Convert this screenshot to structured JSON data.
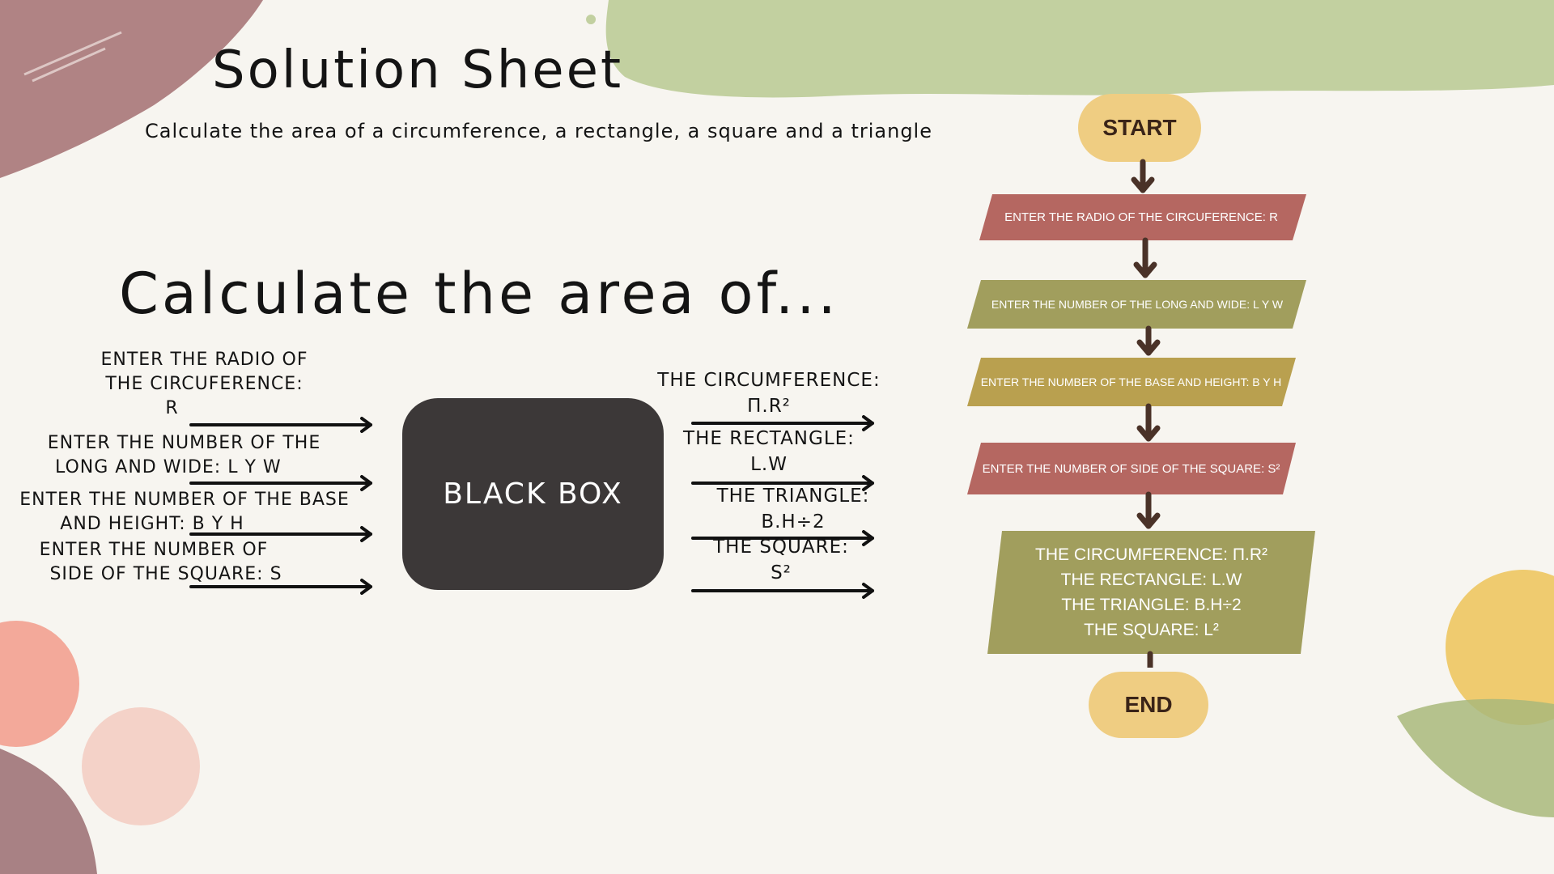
{
  "header": {
    "title": "Solution Sheet",
    "subtitle": "Calculate the area of a circumference, a rectangle, a square and a triangle"
  },
  "section": {
    "heading": "Calculate the area of..."
  },
  "inputs": [
    {
      "line1": "ENTER THE RADIO OF",
      "line2": "THE CIRCUFERENCE:",
      "line3": "R"
    },
    {
      "line1": "ENTER  THE  NUMBER  OF  THE",
      "line2": "LONG AND WIDE: L Y W"
    },
    {
      "line1": "ENTER THE NUMBER OF THE BASE",
      "line2": "AND HEIGHT: B Y H"
    },
    {
      "line1": "ENTER THE  NUMBER OF",
      "line2": "SIDE OF THE SQUARE:  S"
    }
  ],
  "black_box": {
    "label": "BLACK BOX"
  },
  "outputs": [
    {
      "line1": "THE CIRCUMFERENCE:",
      "line2": "Π.R²"
    },
    {
      "line1": "THE RECTANGLE:",
      "line2": "L.W"
    },
    {
      "line1": "THE TRIANGLE:",
      "line2": "B.H÷2"
    },
    {
      "line1": "THE SQUARE:",
      "line2": "S²"
    }
  ],
  "flowchart": {
    "start": "START",
    "end": "END",
    "steps": [
      "ENTER THE RADIO OF THE CIRCUFERENCE: R",
      "ENTER THE NUMBER OF THE LONG AND WIDE: L Y W",
      "ENTER THE NUMBER OF THE BASE AND HEIGHT: B Y H",
      "ENTER THE NUMBER OF SIDE OF THE SQUARE: S²"
    ],
    "output_lines": [
      "THE CIRCUMFERENCE: Π.R²",
      "THE RECTANGLE: L.W",
      "THE TRIANGLE: B.H÷2",
      "THE SQUARE: L²"
    ]
  },
  "colors": {
    "background": "#f7f5f0",
    "terminal": "#efcd82",
    "red_step": "#b56761",
    "olive_step": "#a19e5d",
    "mustard_step": "#b9a04f",
    "arrow": "#4a3228",
    "black_box": "#3c3838"
  }
}
